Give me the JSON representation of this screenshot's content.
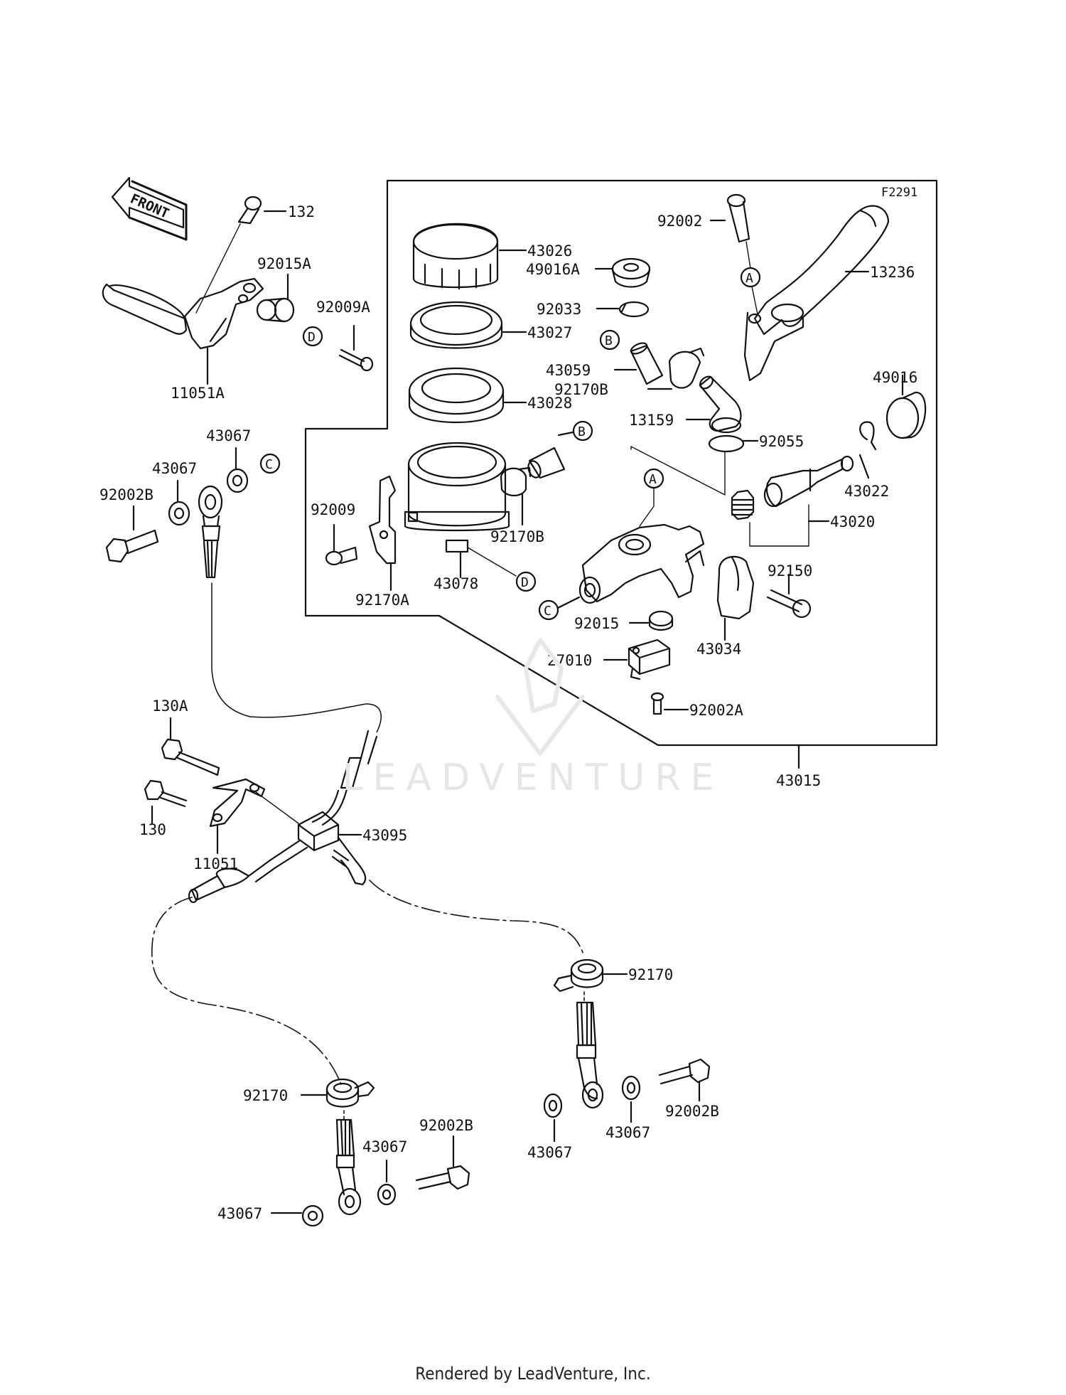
{
  "figure_code": "F2291",
  "front_label": "FRONT",
  "watermark": "LEADVENTURE",
  "footer": "Rendered by LeadVenture, Inc.",
  "callouts": {
    "A": "A",
    "B": "B",
    "C": "C",
    "D": "D"
  },
  "labels": {
    "p132": "132",
    "p92015A": "92015A",
    "p92009A": "92009A",
    "p11051A": "11051A",
    "p43067a": "43067",
    "p43067b": "43067",
    "p92002B_a": "92002B",
    "p43026": "43026",
    "p49016A": "49016A",
    "p92033": "92033",
    "p43027": "43027",
    "p43059": "43059",
    "p92170B_a": "92170B",
    "p43028": "43028",
    "p13159": "13159",
    "p92055": "92055",
    "p92002": "92002",
    "p13236": "13236",
    "p49016": "49016",
    "p43022": "43022",
    "p43020": "43020",
    "p92009": "92009",
    "p92170B_b": "92170B",
    "p43078": "43078",
    "p92170A": "92170A",
    "p92150": "92150",
    "p92015": "92015",
    "p43034": "43034",
    "p27010": "27010",
    "p92002A": "92002A",
    "p43015": "43015",
    "p130A": "130A",
    "p130": "130",
    "p11051": "11051",
    "p43095": "43095",
    "p92170_r": "92170",
    "p92170_l": "92170",
    "p43067c": "43067",
    "p92002B_b": "92002B",
    "p43067d": "43067",
    "p43067e": "43067",
    "p43067f": "43067",
    "p92002B_c": "92002B"
  }
}
